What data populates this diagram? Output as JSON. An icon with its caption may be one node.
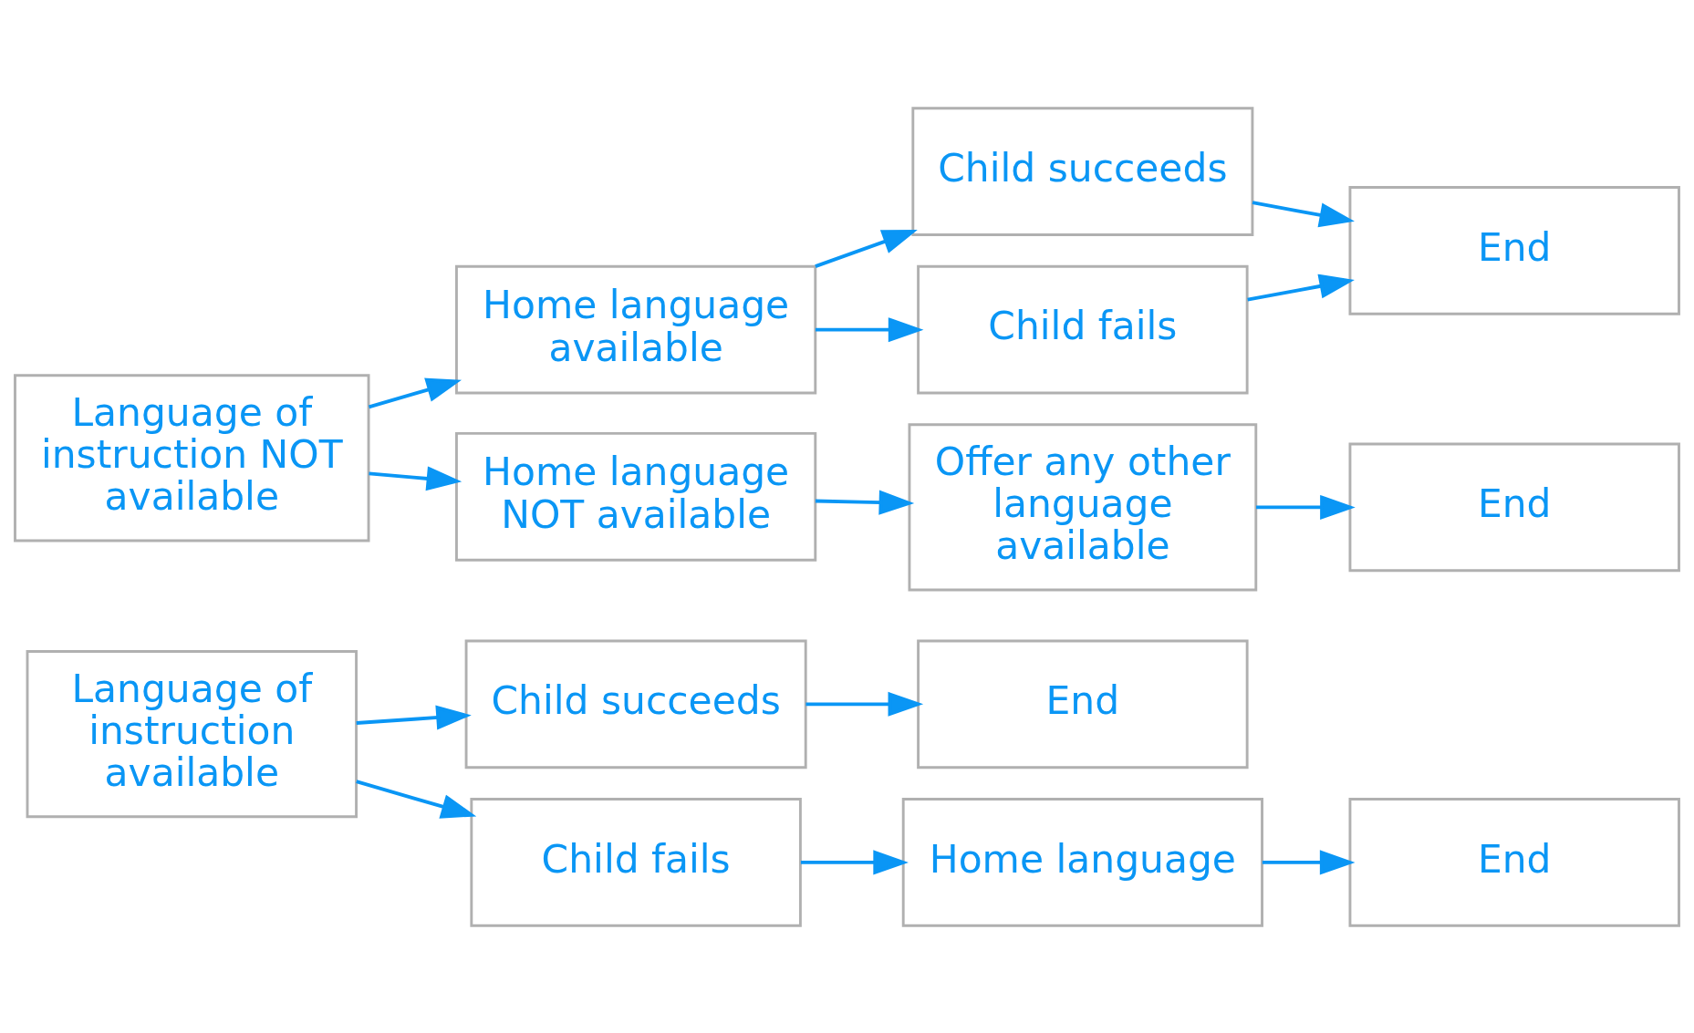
{
  "diagram": {
    "nodes": [
      {
        "text": [
          "Language of instruction available"
        ]
      },
      {
        "text": [
          "Child succeeds"
        ]
      },
      {
        "text": [
          "Child fails"
        ]
      },
      {
        "text": [
          "End"
        ]
      },
      {
        "text": [
          "Home language"
        ]
      },
      {
        "text": [
          "End"
        ]
      },
      {
        "text": [
          "Language of instruction NOT available"
        ]
      },
      {
        "text": [
          "Home language available"
        ]
      },
      {
        "text": [
          "Child succeeds"
        ]
      },
      {
        "text": [
          "Child fails"
        ]
      },
      {
        "text": [
          "End"
        ]
      },
      {
        "text": [
          "Home language NOT available"
        ]
      },
      {
        "text": [
          "Offer any other language available"
        ]
      },
      {
        "text": [
          "End"
        ]
      }
    ],
    "edges": [
      {
        "from": 0,
        "to": 1,
        "arrow": "to"
      },
      {
        "from": 0,
        "to": 2,
        "arrow": "to"
      },
      {
        "from": 1,
        "to": 3,
        "arrow": "to"
      },
      {
        "from": 2,
        "to": 4,
        "arrow": "to"
      },
      {
        "from": 4,
        "to": 5,
        "arrow": "to"
      },
      {
        "from": 6,
        "to": 7,
        "arrow": "to"
      },
      {
        "from": 6,
        "to": 11,
        "arrow": "to"
      },
      {
        "from": 7,
        "to": 8,
        "arrow": "to"
      },
      {
        "from": 7,
        "to": 9,
        "arrow": "to"
      },
      {
        "from": 8,
        "to": 10,
        "arrow": "to"
      },
      {
        "from": 9,
        "to": 10,
        "arrow": "to"
      },
      {
        "from": 11,
        "to": 12,
        "arrow": "to"
      },
      {
        "from": 12,
        "to": 13,
        "arrow": "to"
      }
    ]
  }
}
